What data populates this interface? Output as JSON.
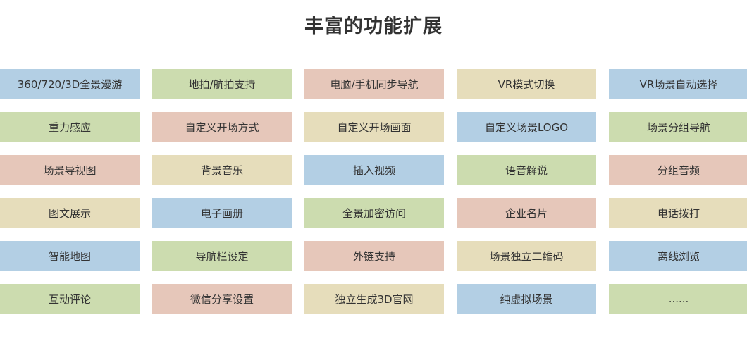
{
  "title": "丰富的功能扩展",
  "colors": {
    "blue": "#b3cfe4",
    "green": "#ccdcaf",
    "pink": "#e6c7ba",
    "beige": "#e6ddbb"
  },
  "features": [
    {
      "label": "360/720/3D全景漫游",
      "color": "blue"
    },
    {
      "label": "地拍/航拍支持",
      "color": "green"
    },
    {
      "label": "电脑/手机同步导航",
      "color": "pink"
    },
    {
      "label": "VR模式切换",
      "color": "beige"
    },
    {
      "label": "VR场景自动选择",
      "color": "blue"
    },
    {
      "label": "重力感应",
      "color": "green"
    },
    {
      "label": "自定义开场方式",
      "color": "pink"
    },
    {
      "label": "自定义开场画面",
      "color": "beige"
    },
    {
      "label": "自定义场景LOGO",
      "color": "blue"
    },
    {
      "label": "场景分组导航",
      "color": "green"
    },
    {
      "label": "场景导视图",
      "color": "pink"
    },
    {
      "label": "背景音乐",
      "color": "beige"
    },
    {
      "label": "插入视频",
      "color": "blue"
    },
    {
      "label": "语音解说",
      "color": "green"
    },
    {
      "label": "分组音频",
      "color": "pink"
    },
    {
      "label": "图文展示",
      "color": "beige"
    },
    {
      "label": "电子画册",
      "color": "blue"
    },
    {
      "label": "全景加密访问",
      "color": "green"
    },
    {
      "label": "企业名片",
      "color": "pink"
    },
    {
      "label": "电话拨打",
      "color": "beige"
    },
    {
      "label": "智能地图",
      "color": "blue"
    },
    {
      "label": "导航栏设定",
      "color": "green"
    },
    {
      "label": "外链支持",
      "color": "pink"
    },
    {
      "label": "场景独立二维码",
      "color": "beige"
    },
    {
      "label": "离线浏览",
      "color": "blue"
    },
    {
      "label": "互动评论",
      "color": "green"
    },
    {
      "label": "微信分享设置",
      "color": "pink"
    },
    {
      "label": "独立生成3D官网",
      "color": "beige"
    },
    {
      "label": "纯虚拟场景",
      "color": "blue"
    },
    {
      "label": "......",
      "color": "green"
    }
  ]
}
